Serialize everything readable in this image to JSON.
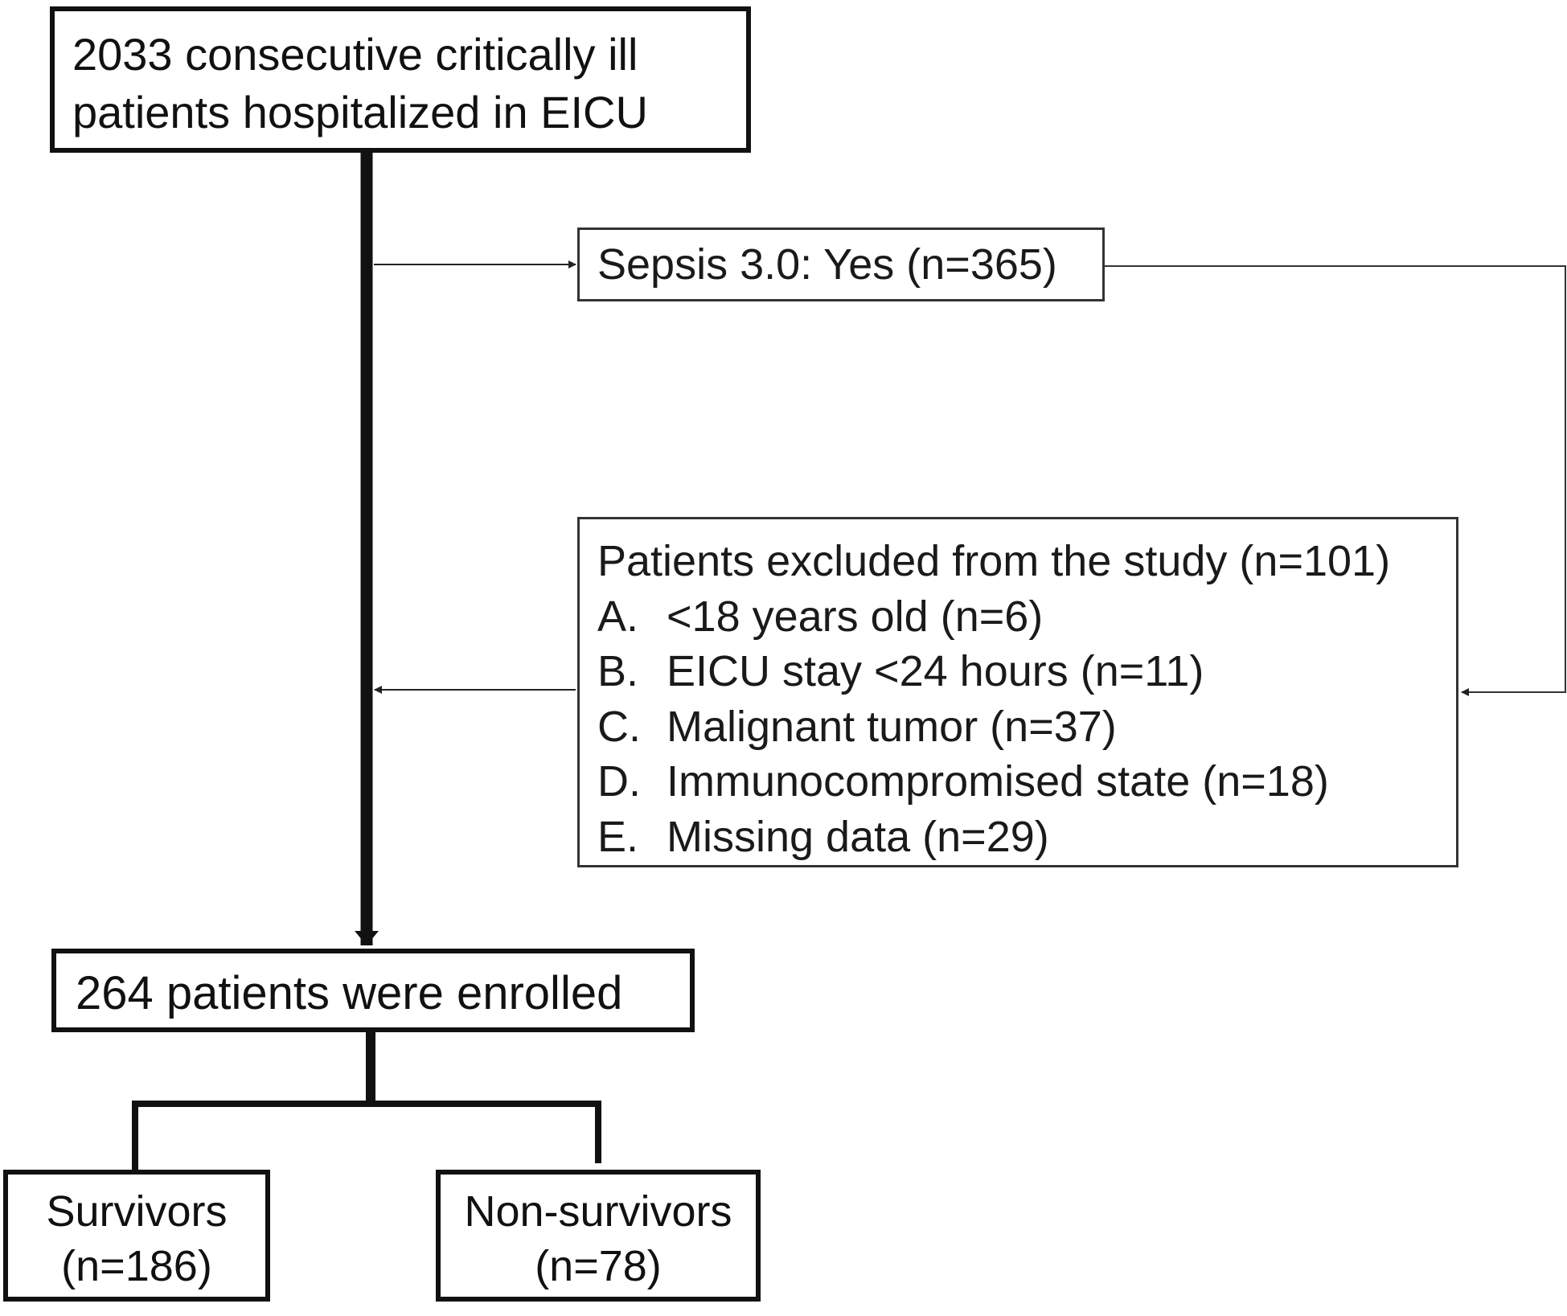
{
  "start_box": {
    "line1": "2033 consecutive critically ill",
    "line2": "patients hospitalized in EICU"
  },
  "sepsis_box": {
    "label": "Sepsis 3.0: Yes (n=365)"
  },
  "excluded_box": {
    "title": "Patients excluded from the study (n=101)",
    "items": [
      {
        "letter": "A.",
        "text": "<18 years old (n=6)"
      },
      {
        "letter": "B.",
        "text": "EICU stay <24 hours (n=11)"
      },
      {
        "letter": "C.",
        "text": "Malignant tumor (n=37)"
      },
      {
        "letter": "D.",
        "text": "Immunocompromised state (n=18)"
      },
      {
        "letter": "E.",
        "text": "Missing data (n=29)"
      }
    ]
  },
  "enrolled_box": {
    "label": "264 patients were enrolled"
  },
  "survivors_box": {
    "line1": "Survivors",
    "line2": "(n=186)"
  },
  "nonsurvivors_box": {
    "line1": "Non-survivors",
    "line2": "(n=78)"
  }
}
